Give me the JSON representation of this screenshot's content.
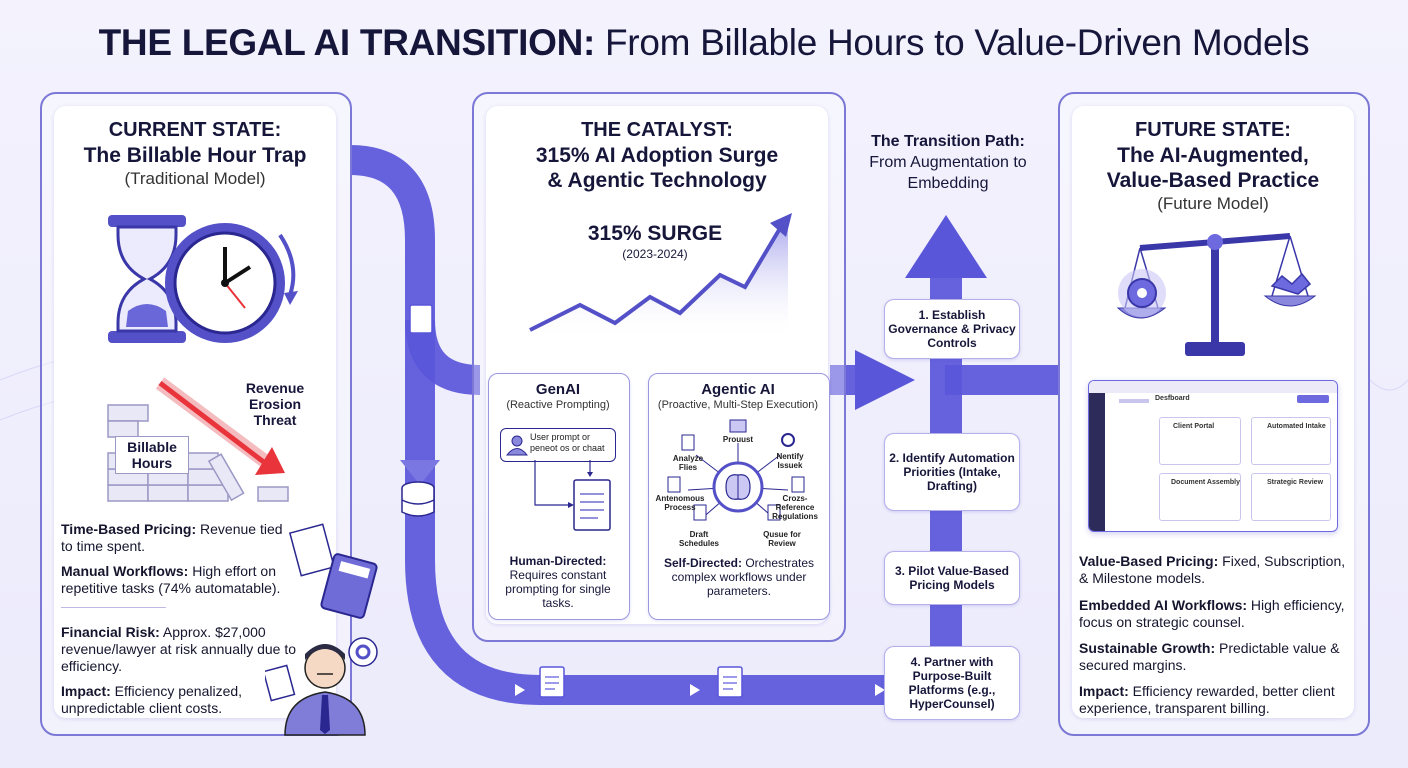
{
  "title": {
    "bold": "THE LEGAL AI TRANSITION:",
    "rest": " From Billable Hours to Value-Driven Models"
  },
  "current": {
    "heading1": "CURRENT STATE:",
    "heading2": "The Billable Hour Trap",
    "subtitle": "(Traditional Model)",
    "revenue_label": "Revenue Erosion Threat",
    "wall_label": "Billable Hours",
    "items": [
      {
        "label": "Time-Based Pricing:",
        "text": " Revenue tied to time spent."
      },
      {
        "label": "Manual Workflows:",
        "text": " High effort on repetitive tasks (74% automatable)."
      },
      {
        "label": "Financial Risk:",
        "text": " Approx. $27,000 revenue/lawyer at risk annually due to efficiency."
      },
      {
        "label": "Impact:",
        "text": " Efficiency penalized, unpredictable client costs."
      }
    ]
  },
  "catalyst": {
    "heading1": "THE CATALYST:",
    "heading2": "315% AI Adoption Surge",
    "heading3": "& Agentic Technology",
    "surge": "315% SURGE",
    "years": "(2023-2024)",
    "genai": {
      "title": "GenAI",
      "subtitle": "(Reactive Prompting)",
      "bubble": "User prompt or peneot os or chaat",
      "desc_label": "Human-Directed:",
      "desc": " Requires constant prompting for single tasks."
    },
    "agentic": {
      "title": "Agentic AI",
      "subtitle": "(Proactive, Multi-Step Execution)",
      "nodes": [
        "Prouust",
        "Nentify Issuek",
        "Crozs-Reference Regulations",
        "Qusue for Review",
        "Draft Schedules",
        "Antenomous Process",
        "Analyze Flies"
      ],
      "desc_label": "Self-Directed:",
      "desc": " Orchestrates complex workflows under parameters."
    }
  },
  "transition": {
    "heading1": "The Transition Path:",
    "heading2": "From Augmentation to Embedding",
    "steps": [
      "1. Establish Governance & Privacy Controls",
      "2. Identify Automation Priorities (Intake, Drafting)",
      "3. Pilot Value-Based Pricing Models",
      "4. Partner with Purpose-Built Platforms (e.g., HyperCounsel)"
    ]
  },
  "future": {
    "heading1": "FUTURE STATE:",
    "heading2": "The AI-Augmented,",
    "heading3": "Value-Based Practice",
    "subtitle": "(Future Model)",
    "dashboard": {
      "header": "Desfboard",
      "cards": [
        "Client Portal",
        "Automated Intake",
        "Document Assembly",
        "Strategic Review"
      ]
    },
    "items": [
      {
        "label": "Value-Based Pricing:",
        "text": " Fixed, Subscription, & Milestone models."
      },
      {
        "label": "Embedded AI Workflows:",
        "text": " High efficiency, focus on strategic counsel."
      },
      {
        "label": "Sustainable Growth:",
        "text": " Predictable value & secured margins."
      },
      {
        "label": "Impact:",
        "text": " Efficiency rewarded, better client experience, transparent billing."
      }
    ]
  },
  "colors": {
    "accent": "#5b58d8",
    "panel_border": "#7b78d6",
    "risk_red": "#e8343a"
  },
  "icons": [
    "hourglass-icon",
    "clock-icon",
    "calculator-icon",
    "lawyer-avatar-icon",
    "gear-icon",
    "database-icon",
    "document-icon",
    "brain-icon",
    "scale-icon",
    "handshake-icon",
    "upward-arrow-icon"
  ]
}
